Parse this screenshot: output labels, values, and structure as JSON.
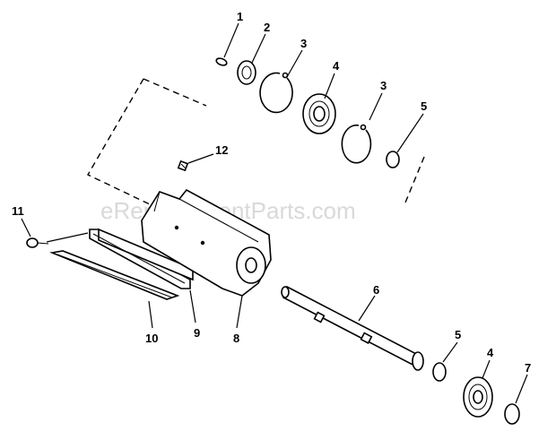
{
  "watermark": "eReplacementParts.com",
  "callouts": {
    "c1": "1",
    "c2": "2",
    "c3a": "3",
    "c3b": "3",
    "c4a": "4",
    "c4b": "4",
    "c5a": "5",
    "c5b": "5",
    "c6": "6",
    "c7": "7",
    "c8": "8",
    "c9": "9",
    "c10": "10",
    "c11": "11",
    "c12": "12"
  }
}
